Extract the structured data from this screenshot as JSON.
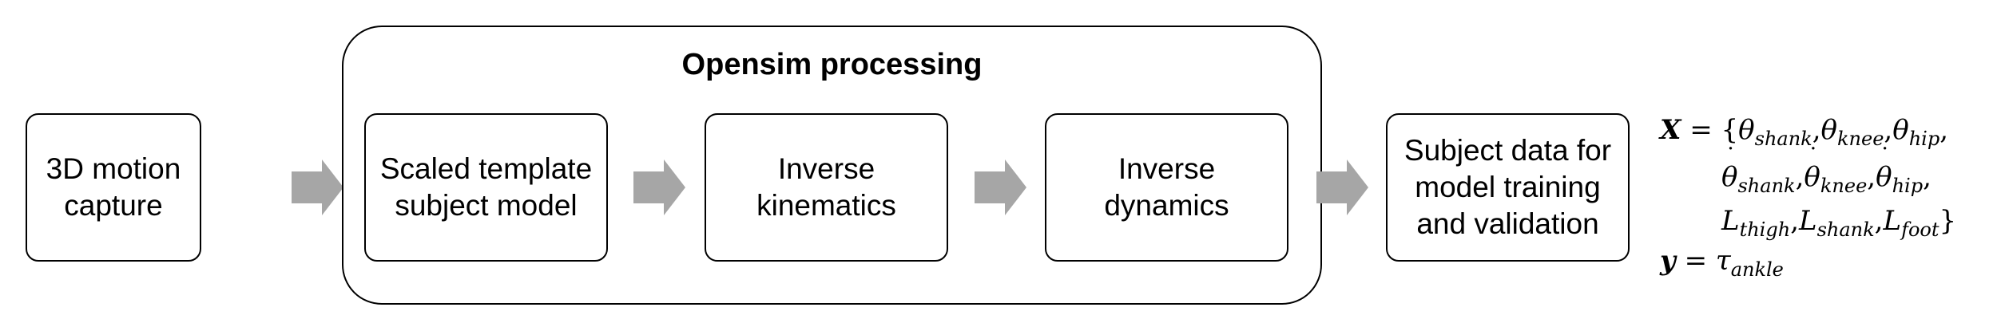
{
  "nodes": {
    "motion_capture": "3D motion\ncapture",
    "scaled_model": "Scaled template\nsubject model",
    "inverse_kinematics": "Inverse\nkinematics",
    "inverse_dynamics": "Inverse\ndynamics",
    "subject_data": "Subject data for\nmodel training\nand validation"
  },
  "group": {
    "title": "Opensim processing"
  },
  "colors": {
    "arrow": "#a6a6a6",
    "border": "#000000"
  },
  "formula": {
    "X_symbol": "X",
    "y_symbol": "y",
    "equals": " = ",
    "open_brace": "{",
    "close_brace": "}",
    "comma": ",",
    "theta": "θ",
    "tau": "τ",
    "L": "L",
    "sub_shank": "shank",
    "sub_knee": "knee",
    "sub_hip": "hip",
    "sub_thigh": "thigh",
    "sub_foot": "foot",
    "sub_ankle": "ankle"
  }
}
